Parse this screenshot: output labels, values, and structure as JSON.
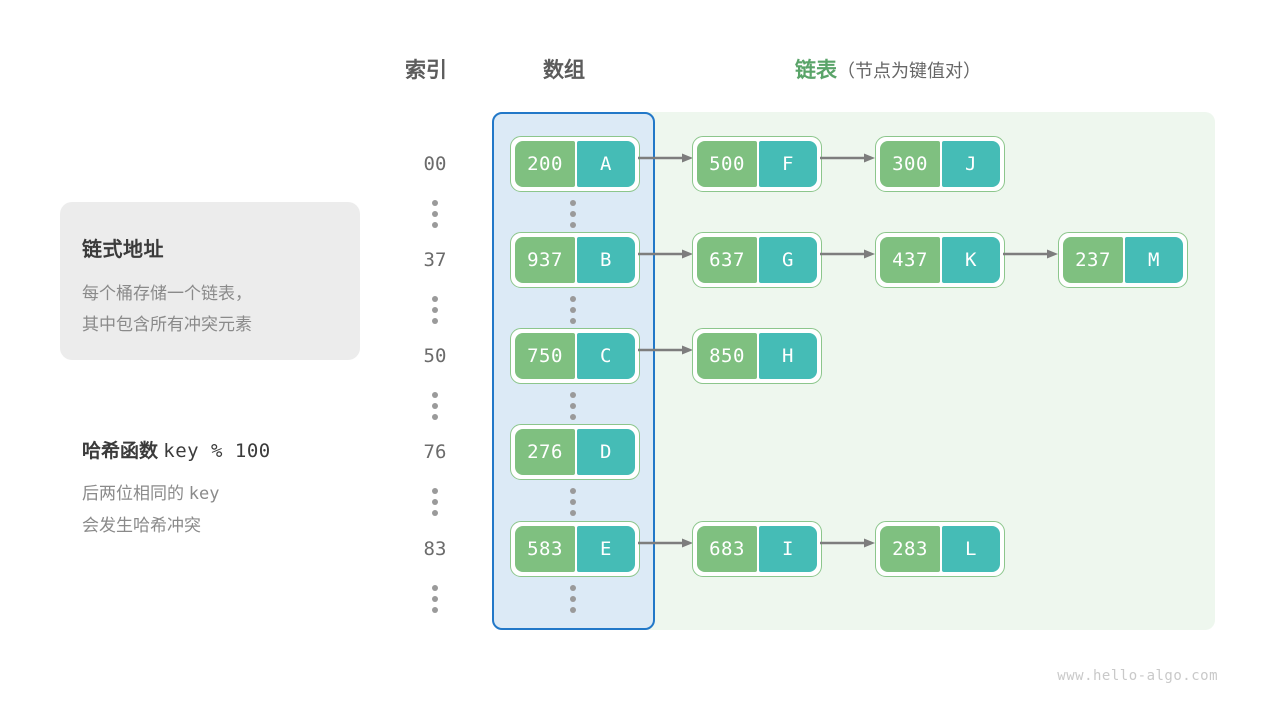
{
  "headers": {
    "index": "索引",
    "array": "数组",
    "list": "链表",
    "list_sub": "（节点为键值对）"
  },
  "card": {
    "title": "链式地址",
    "line1": "每个桶存储一个链表，",
    "line2": "其中包含所有冲突元素"
  },
  "hash": {
    "label": "哈希函数",
    "formula": "key % 100",
    "note1_pre": "后两位相同的",
    "note1_mono": "key",
    "note2": "会发生哈希冲突"
  },
  "colors": {
    "array_panel_bg": "#dceaf6",
    "array_panel_border": "#2278c8",
    "list_panel_bg": "#eef7ee",
    "node_key": "#7fc080",
    "node_value": "#45bcb6",
    "node_border": "#8cc68c",
    "accent_green": "#5aa469",
    "arrow": "#7d7d7d",
    "text_muted": "#8a8a8a"
  },
  "buckets": [
    {
      "index": "00",
      "head": {
        "key": "200",
        "value": "A"
      },
      "chain": [
        {
          "key": "500",
          "value": "F"
        },
        {
          "key": "300",
          "value": "J"
        }
      ]
    },
    {
      "index": "37",
      "head": {
        "key": "937",
        "value": "B"
      },
      "chain": [
        {
          "key": "637",
          "value": "G"
        },
        {
          "key": "437",
          "value": "K"
        },
        {
          "key": "237",
          "value": "M"
        }
      ]
    },
    {
      "index": "50",
      "head": {
        "key": "750",
        "value": "C"
      },
      "chain": [
        {
          "key": "850",
          "value": "H"
        }
      ]
    },
    {
      "index": "76",
      "head": {
        "key": "276",
        "value": "D"
      },
      "chain": []
    },
    {
      "index": "83",
      "head": {
        "key": "583",
        "value": "E"
      },
      "chain": [
        {
          "key": "683",
          "value": "I"
        },
        {
          "key": "283",
          "value": "L"
        }
      ]
    }
  ],
  "watermark": "www.hello-algo.com"
}
